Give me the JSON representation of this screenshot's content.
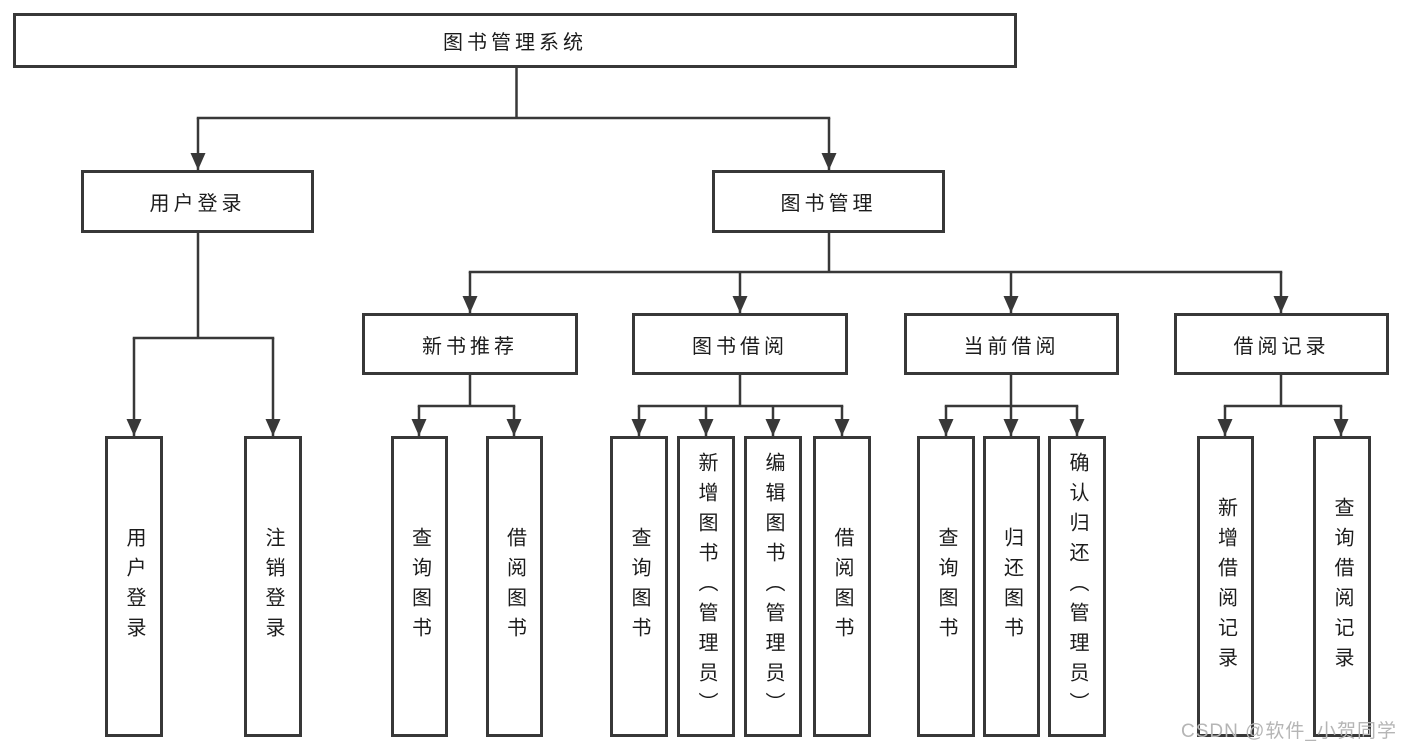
{
  "colors": {
    "line": "#383838",
    "text": "#1c1c1c",
    "watermark": "#b5b5b5",
    "background": "#ffffff"
  },
  "watermark": {
    "text": "CSDN @软件_小贺同学"
  },
  "diagram": {
    "root": {
      "label": "图书管理系统"
    },
    "branches": [
      {
        "label": "用户登录",
        "children": [
          "用户登录",
          "注销登录"
        ]
      },
      {
        "label": "图书管理",
        "groups": [
          {
            "label": "新书推荐",
            "children": [
              "查询图书",
              "借阅图书"
            ]
          },
          {
            "label": "图书借阅",
            "children": [
              "查询图书",
              "新增图书（管理员）",
              "编辑图书（管理员）",
              "借阅图书"
            ]
          },
          {
            "label": "当前借阅",
            "children": [
              "查询图书",
              "归还图书",
              "确认归还（管理员）"
            ]
          },
          {
            "label": "借阅记录",
            "children": [
              "新增借阅记录",
              "查询借阅记录"
            ]
          }
        ]
      }
    ]
  }
}
